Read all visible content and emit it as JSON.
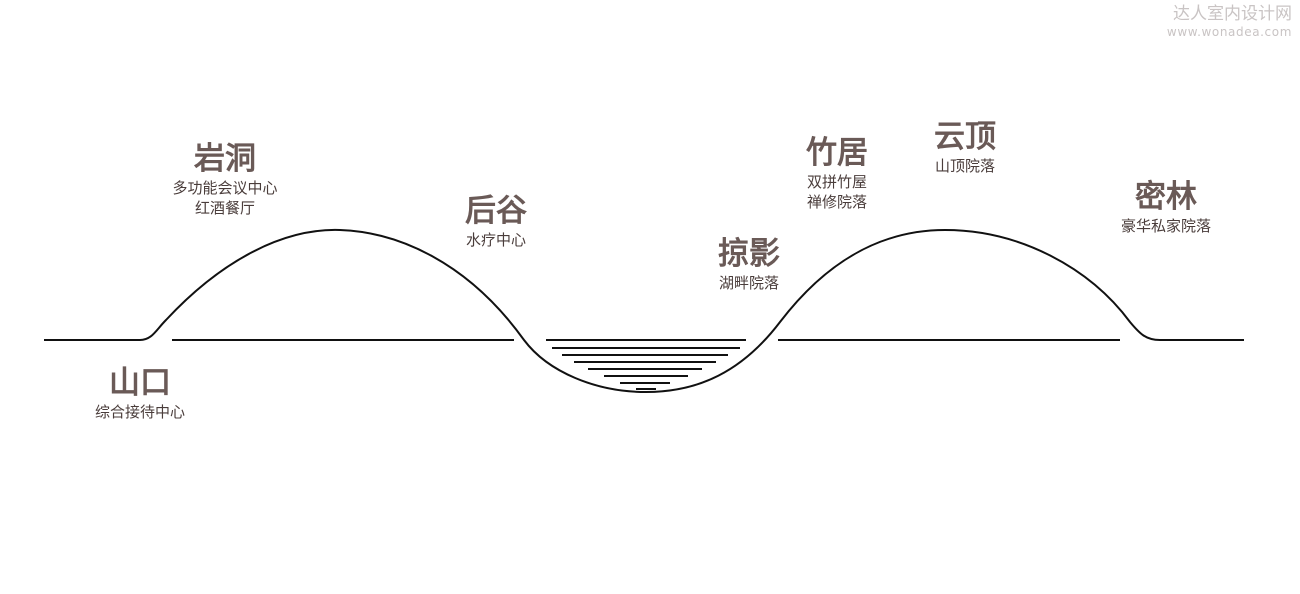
{
  "watermark": {
    "name": "达人室内设计网",
    "url": "www.wonadea.com"
  },
  "labels": {
    "shankou": {
      "title": "山口",
      "lines": [
        "综合接待中心"
      ]
    },
    "yandong": {
      "title": "岩洞",
      "lines": [
        "多功能会议中心",
        "红酒餐厅"
      ]
    },
    "hougu": {
      "title": "后谷",
      "lines": [
        "水疗中心"
      ]
    },
    "lueying": {
      "title": "掠影",
      "lines": [
        "湖畔院落"
      ]
    },
    "zhuju": {
      "title": "竹居",
      "lines": [
        "双拼竹屋",
        "禅修院落"
      ]
    },
    "yunding": {
      "title": "云顶",
      "lines": [
        "山顶院落"
      ]
    },
    "milin": {
      "title": "密林",
      "lines": [
        "豪华私家院落"
      ]
    }
  },
  "colors": {
    "label": "#6a5a57",
    "line": "#111111",
    "watermark": "#c9c4c4"
  }
}
